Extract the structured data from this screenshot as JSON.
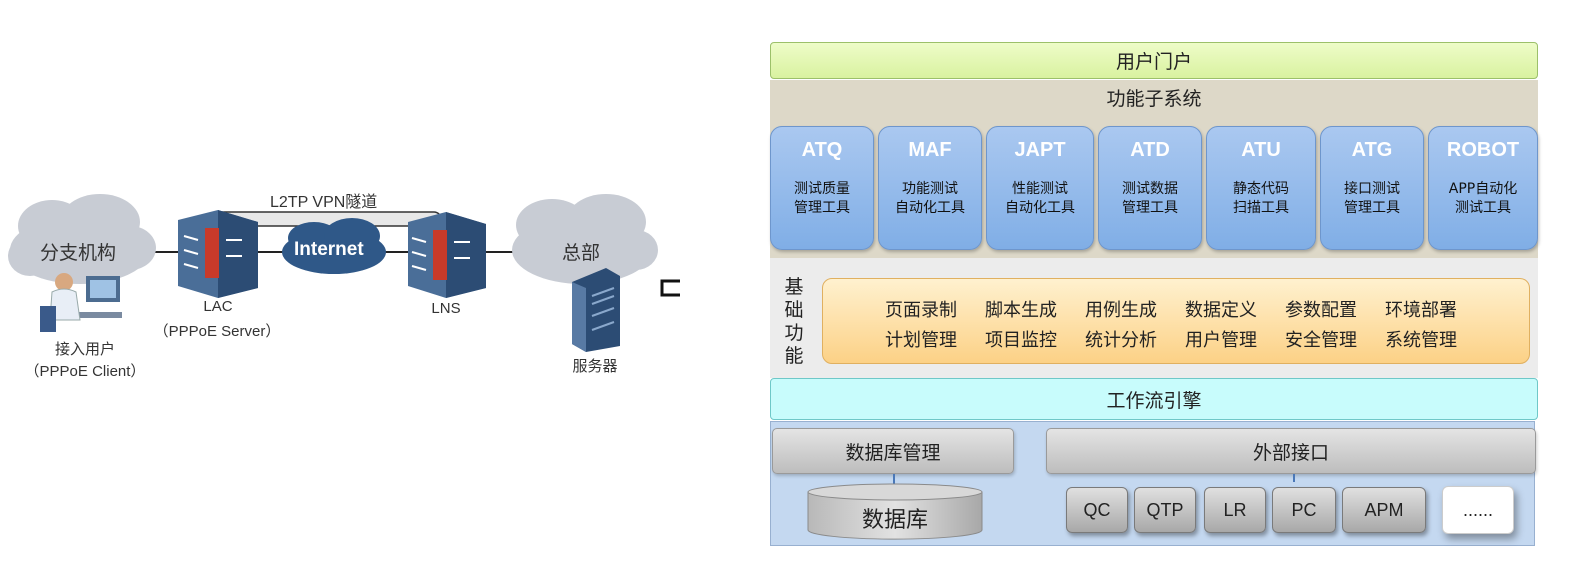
{
  "network": {
    "tunnel_label": "L2TP VPN隧道",
    "internet_label": "Internet",
    "branch_label": "分支机构",
    "user_label_line1": "接入用户",
    "user_label_line2": "（PPPoE Client）",
    "lac_label_line1": "LAC",
    "lac_label_line2": "（PPPoE Server）",
    "lns_label": "LNS",
    "hq_label": "总部",
    "server_label": "服务器"
  },
  "architecture": {
    "portal": "用户门户",
    "subsystem_title": "功能子系统",
    "modules": [
      {
        "code": "ATQ",
        "desc": "测试质量\n管理工具"
      },
      {
        "code": "MAF",
        "desc": "功能测试\n自动化工具"
      },
      {
        "code": "JAPT",
        "desc": "性能测试\n自动化工具"
      },
      {
        "code": "ATD",
        "desc": "测试数据\n管理工具"
      },
      {
        "code": "ATU",
        "desc": "静态代码\n扫描工具"
      },
      {
        "code": "ATG",
        "desc": "接口测试\n管理工具"
      },
      {
        "code": "ROBOT",
        "desc": "APP自动化\n测试工具"
      }
    ],
    "base_title": "基础功能",
    "base_functions": [
      "页面录制",
      "脚本生成",
      "用例生成",
      "数据定义",
      "参数配置",
      "环境部署",
      "计划管理",
      "项目监控",
      "统计分析",
      "用户管理",
      "安全管理",
      "系统管理"
    ],
    "workflow": "工作流引擎",
    "db_management": "数据库管理",
    "external_interface": "外部接口",
    "database": "数据库",
    "tools": [
      "QC",
      "QTP",
      "LR",
      "PC",
      "APM",
      "......"
    ]
  },
  "colors": {
    "portal": "#d9f2a0",
    "module_blue": "#80aee6",
    "base_orange": "#fcd186",
    "workflow_cyan": "#c8fcfc",
    "data_area": "#c4d8f0"
  }
}
